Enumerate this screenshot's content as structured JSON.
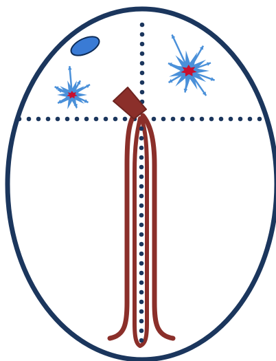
{
  "diagram": {
    "colors": {
      "background": "#ffffff",
      "outline": "#1b365d",
      "dots": "#1b365d",
      "cord": "#8b2f2a",
      "burst_blue": "#4a90d9",
      "burst_core": "#c8102e",
      "blob_fill": "#3a7bd5",
      "blob_stroke": "#0d2b56"
    },
    "elements": {
      "outline": "ellipse-outline",
      "axes": "dotted-cross-axes",
      "device": "catheter-loop",
      "markers": [
        "starburst-small",
        "starburst-large",
        "oval-blob"
      ]
    }
  }
}
